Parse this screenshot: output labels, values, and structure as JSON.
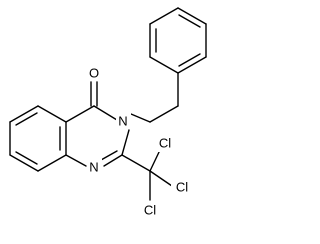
{
  "atoms": {
    "carbonyl_oxygen": "O",
    "ring_nitrogen_3": "N",
    "ring_nitrogen_1": "N",
    "chlorine_top": "Cl",
    "chlorine_right": "Cl",
    "chlorine_bottom": "Cl"
  },
  "colors": {
    "bond": "#000000",
    "text": "#000000",
    "background": "#ffffff"
  }
}
